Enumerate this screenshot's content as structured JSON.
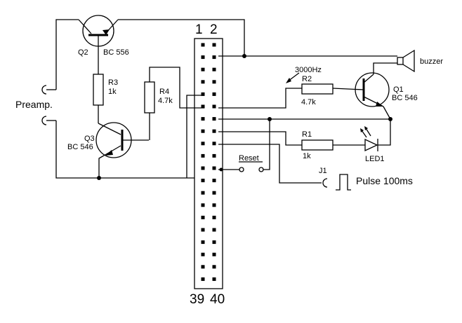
{
  "header": {
    "pin_1": "1",
    "pin_2": "2",
    "pin_39": "39",
    "pin_40": "40"
  },
  "components": {
    "preamp": "Preamp.",
    "q2_name": "Q2",
    "q2_type": "BC 556",
    "q3_name": "Q3",
    "q3_type": "BC 546",
    "q1_name": "Q1",
    "q1_type": "BC 546",
    "r3_name": "R3",
    "r3_value": "1k",
    "r4_name": "R4",
    "r4_value": "4.7k",
    "r2_name": "R2",
    "r2_value": "4.7k",
    "r1_name": "R1",
    "r1_value": "1k",
    "freq": "3000Hz",
    "buzzer": "buzzer",
    "led": "LED1",
    "reset": "Reset",
    "j1": "J1",
    "pulse": "Pulse 100ms"
  },
  "header_rows": 20
}
